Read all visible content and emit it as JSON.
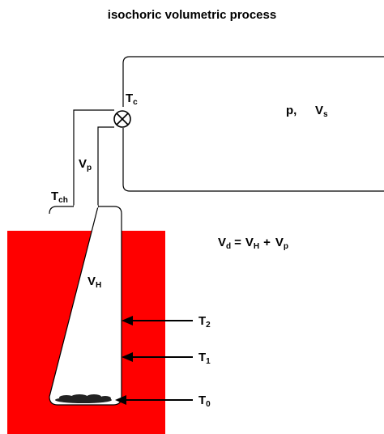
{
  "title": "isochoric volumetric process",
  "colors": {
    "bath": "#ff0000",
    "line": "#000000",
    "background": "#ffffff"
  },
  "labels": {
    "valve": {
      "main": "T",
      "sub": "c"
    },
    "pressure": "p,",
    "volume_s": {
      "main": "V",
      "sub": "s"
    },
    "volume_p": {
      "main": "V",
      "sub": "p"
    },
    "tube": {
      "main": "T",
      "sub": "ch"
    },
    "sample_volume": {
      "main": "V",
      "sub": "H"
    },
    "equation": {
      "lhs": {
        "main": "V",
        "sub": "d"
      },
      "eq": "=",
      "term1": {
        "main": "V",
        "sub": "H"
      },
      "plus": "+",
      "term2": {
        "main": "V",
        "sub": "p"
      }
    },
    "temps": [
      {
        "main": "T",
        "sub": "2"
      },
      {
        "main": "T",
        "sub": "1"
      },
      {
        "main": "T",
        "sub": "0"
      }
    ]
  },
  "icons": {
    "valve": "valve-x-icon"
  }
}
